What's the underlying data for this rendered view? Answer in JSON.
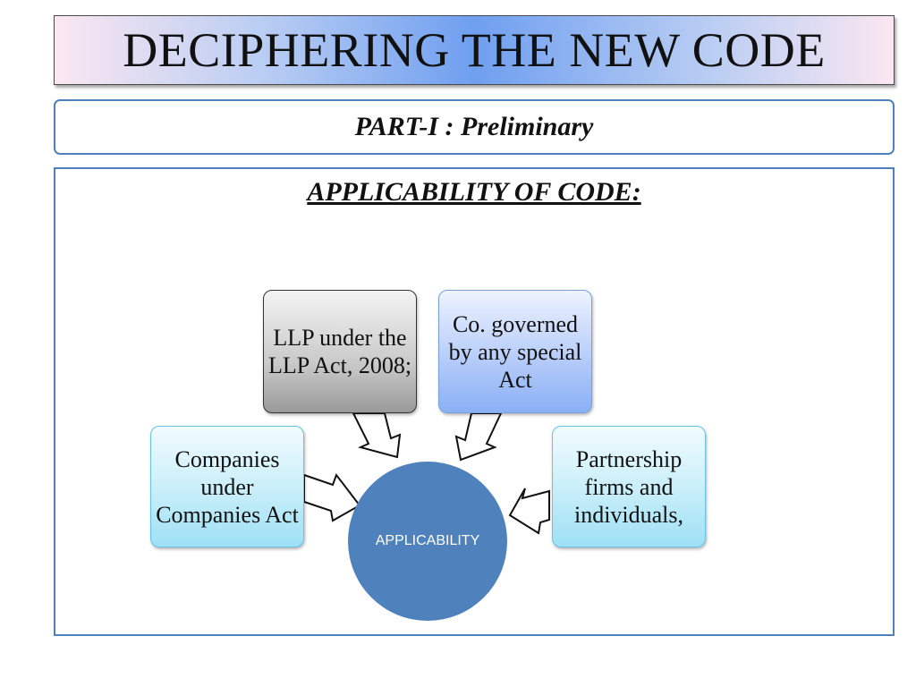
{
  "title": "DECIPHERING THE NEW CODE",
  "subtitle": "PART-I : Preliminary",
  "section_heading": "APPLICABILITY OF CODE: ",
  "diagram": {
    "center": "APPLICABILITY",
    "nodes": {
      "llp": "LLP under the LLP Act, 2008;",
      "co_special": "Co. governed by any special Act",
      "companies": "Companies under Companies Act",
      "partnership": "Partnership firms and individuals,"
    }
  },
  "colors": {
    "accent": "#4f81bd",
    "hub": "#4f81bd",
    "llp_box": "#c9c9c9",
    "co_box": "#b7cdfa",
    "side_boxes": "#c7eef9"
  }
}
